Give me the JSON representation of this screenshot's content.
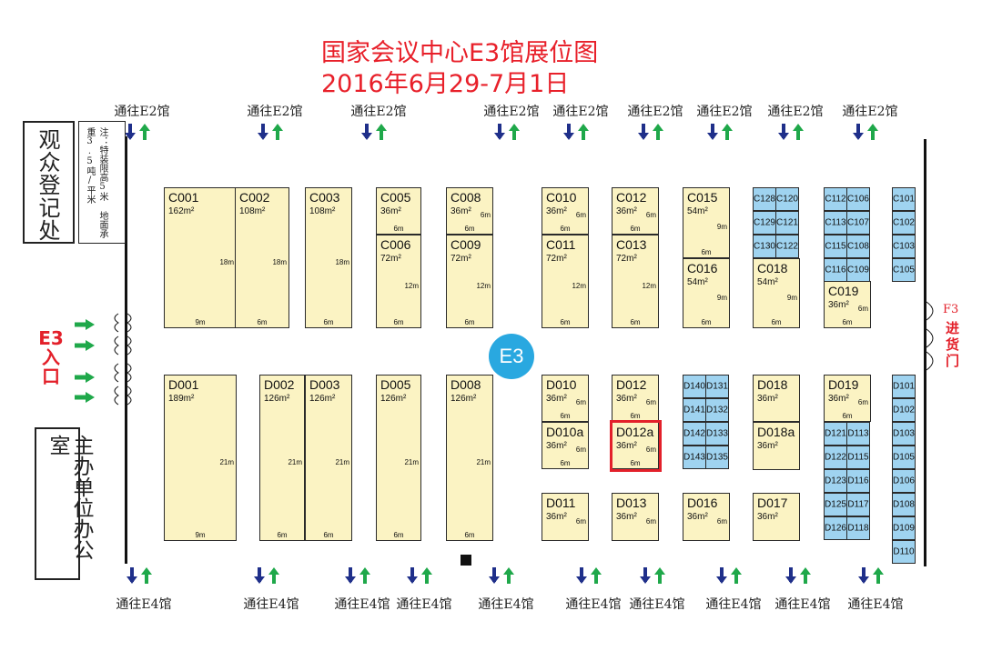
{
  "title": {
    "line1": "国家会议中心E3馆展位图",
    "line2": "2016年6月29-7月1日"
  },
  "to_e2": "通往E2馆",
  "to_e4": "通往E4馆",
  "visitor_registration": "观众登记处",
  "organizer_office": "主办单位办公室",
  "note": "注：特装限高5米 地面承重3.5吨/平米",
  "entrance": "E3 入口",
  "f3_gate": {
    "label": "F3",
    "text": "进货门"
  },
  "hall_badge": "E3",
  "highlighted_booth": "D012a",
  "colors": {
    "red": "#e3202a",
    "booth_yellow": "#fbf3c3",
    "booth_blue": "#9fd3f0",
    "badge_blue": "#29a8e0",
    "arrow_green": "#1fa84a",
    "arrow_navy": "#1f2f8a"
  },
  "booths": {
    "C001": {
      "code": "C001",
      "area": "162m²",
      "w": "9m",
      "h": "18m"
    },
    "C002": {
      "code": "C002",
      "area": "108m²",
      "w": "6m",
      "h": "18m"
    },
    "C003": {
      "code": "C003",
      "area": "108m²",
      "w": "6m",
      "h": "18m"
    },
    "C005": {
      "code": "C005",
      "area": "36m²",
      "w": "6m"
    },
    "C006": {
      "code": "C006",
      "area": "72m²",
      "w": "6m",
      "h": "12m"
    },
    "C008": {
      "code": "C008",
      "area": "36m²",
      "w": "6m",
      "h": "6m"
    },
    "C009": {
      "code": "C009",
      "area": "72m²",
      "w": "6m",
      "h": "12m"
    },
    "C010": {
      "code": "C010",
      "area": "36m²",
      "w": "6m",
      "h": "6m"
    },
    "C011": {
      "code": "C011",
      "area": "72m²",
      "w": "6m",
      "h": "12m"
    },
    "C012": {
      "code": "C012",
      "area": "36m²",
      "w": "6m",
      "h": "6m"
    },
    "C013": {
      "code": "C013",
      "area": "72m²",
      "w": "6m",
      "h": "12m"
    },
    "C015": {
      "code": "C015",
      "area": "54m²",
      "w": "6m",
      "h": "9m"
    },
    "C016": {
      "code": "C016",
      "area": "54m²",
      "w": "6m",
      "h": "9m"
    },
    "C018": {
      "code": "C018",
      "area": "54m²",
      "w": "6m",
      "h": "9m"
    },
    "C019": {
      "code": "C019",
      "area": "36m²",
      "w": "6m",
      "h": "6m"
    },
    "D001": {
      "code": "D001",
      "area": "189m²",
      "w": "9m",
      "h": "21m"
    },
    "D002": {
      "code": "D002",
      "area": "126m²",
      "w": "6m",
      "h": "21m"
    },
    "D003": {
      "code": "D003",
      "area": "126m²",
      "w": "6m",
      "h": "21m"
    },
    "D005": {
      "code": "D005",
      "area": "126m²",
      "w": "6m",
      "h": "21m"
    },
    "D008": {
      "code": "D008",
      "area": "126m²",
      "w": "6m",
      "h": "21m"
    },
    "D010": {
      "code": "D010",
      "area": "36m²",
      "w": "6m",
      "h": "6m"
    },
    "D010a": {
      "code": "D010a",
      "area": "36m²",
      "w": "6m",
      "h": "6m"
    },
    "D011": {
      "code": "D011",
      "area": "36m²",
      "h": "6m"
    },
    "D012": {
      "code": "D012",
      "area": "36m²",
      "w": "6m",
      "h": "6m"
    },
    "D012a": {
      "code": "D012a",
      "area": "36m²",
      "w": "6m",
      "h": "6m"
    },
    "D013": {
      "code": "D013",
      "area": "36m²",
      "h": "6m"
    },
    "D016": {
      "code": "D016",
      "area": "36m²",
      "h": "6m"
    },
    "D017": {
      "code": "D017",
      "area": "36m²"
    },
    "D018": {
      "code": "D018",
      "area": "36m²"
    },
    "D018a": {
      "code": "D018a",
      "area": "36m²"
    },
    "D019": {
      "code": "D019",
      "area": "36m²",
      "w": "6m",
      "h": "6m"
    }
  },
  "small_booths": [
    "C128",
    "C120",
    "C129",
    "C121",
    "C130",
    "C122",
    "C112",
    "C106",
    "C113",
    "C107",
    "C115",
    "C108",
    "C116",
    "C109",
    "C101",
    "C102",
    "C103",
    "C105",
    "D140",
    "D131",
    "D141",
    "D132",
    "D142",
    "D133",
    "D143",
    "D135",
    "D121",
    "D113",
    "D122",
    "D115",
    "D123",
    "D116",
    "D125",
    "D117",
    "D126",
    "D118",
    "D101",
    "D102",
    "D103",
    "D105",
    "D106",
    "D108",
    "D109",
    "D110"
  ]
}
